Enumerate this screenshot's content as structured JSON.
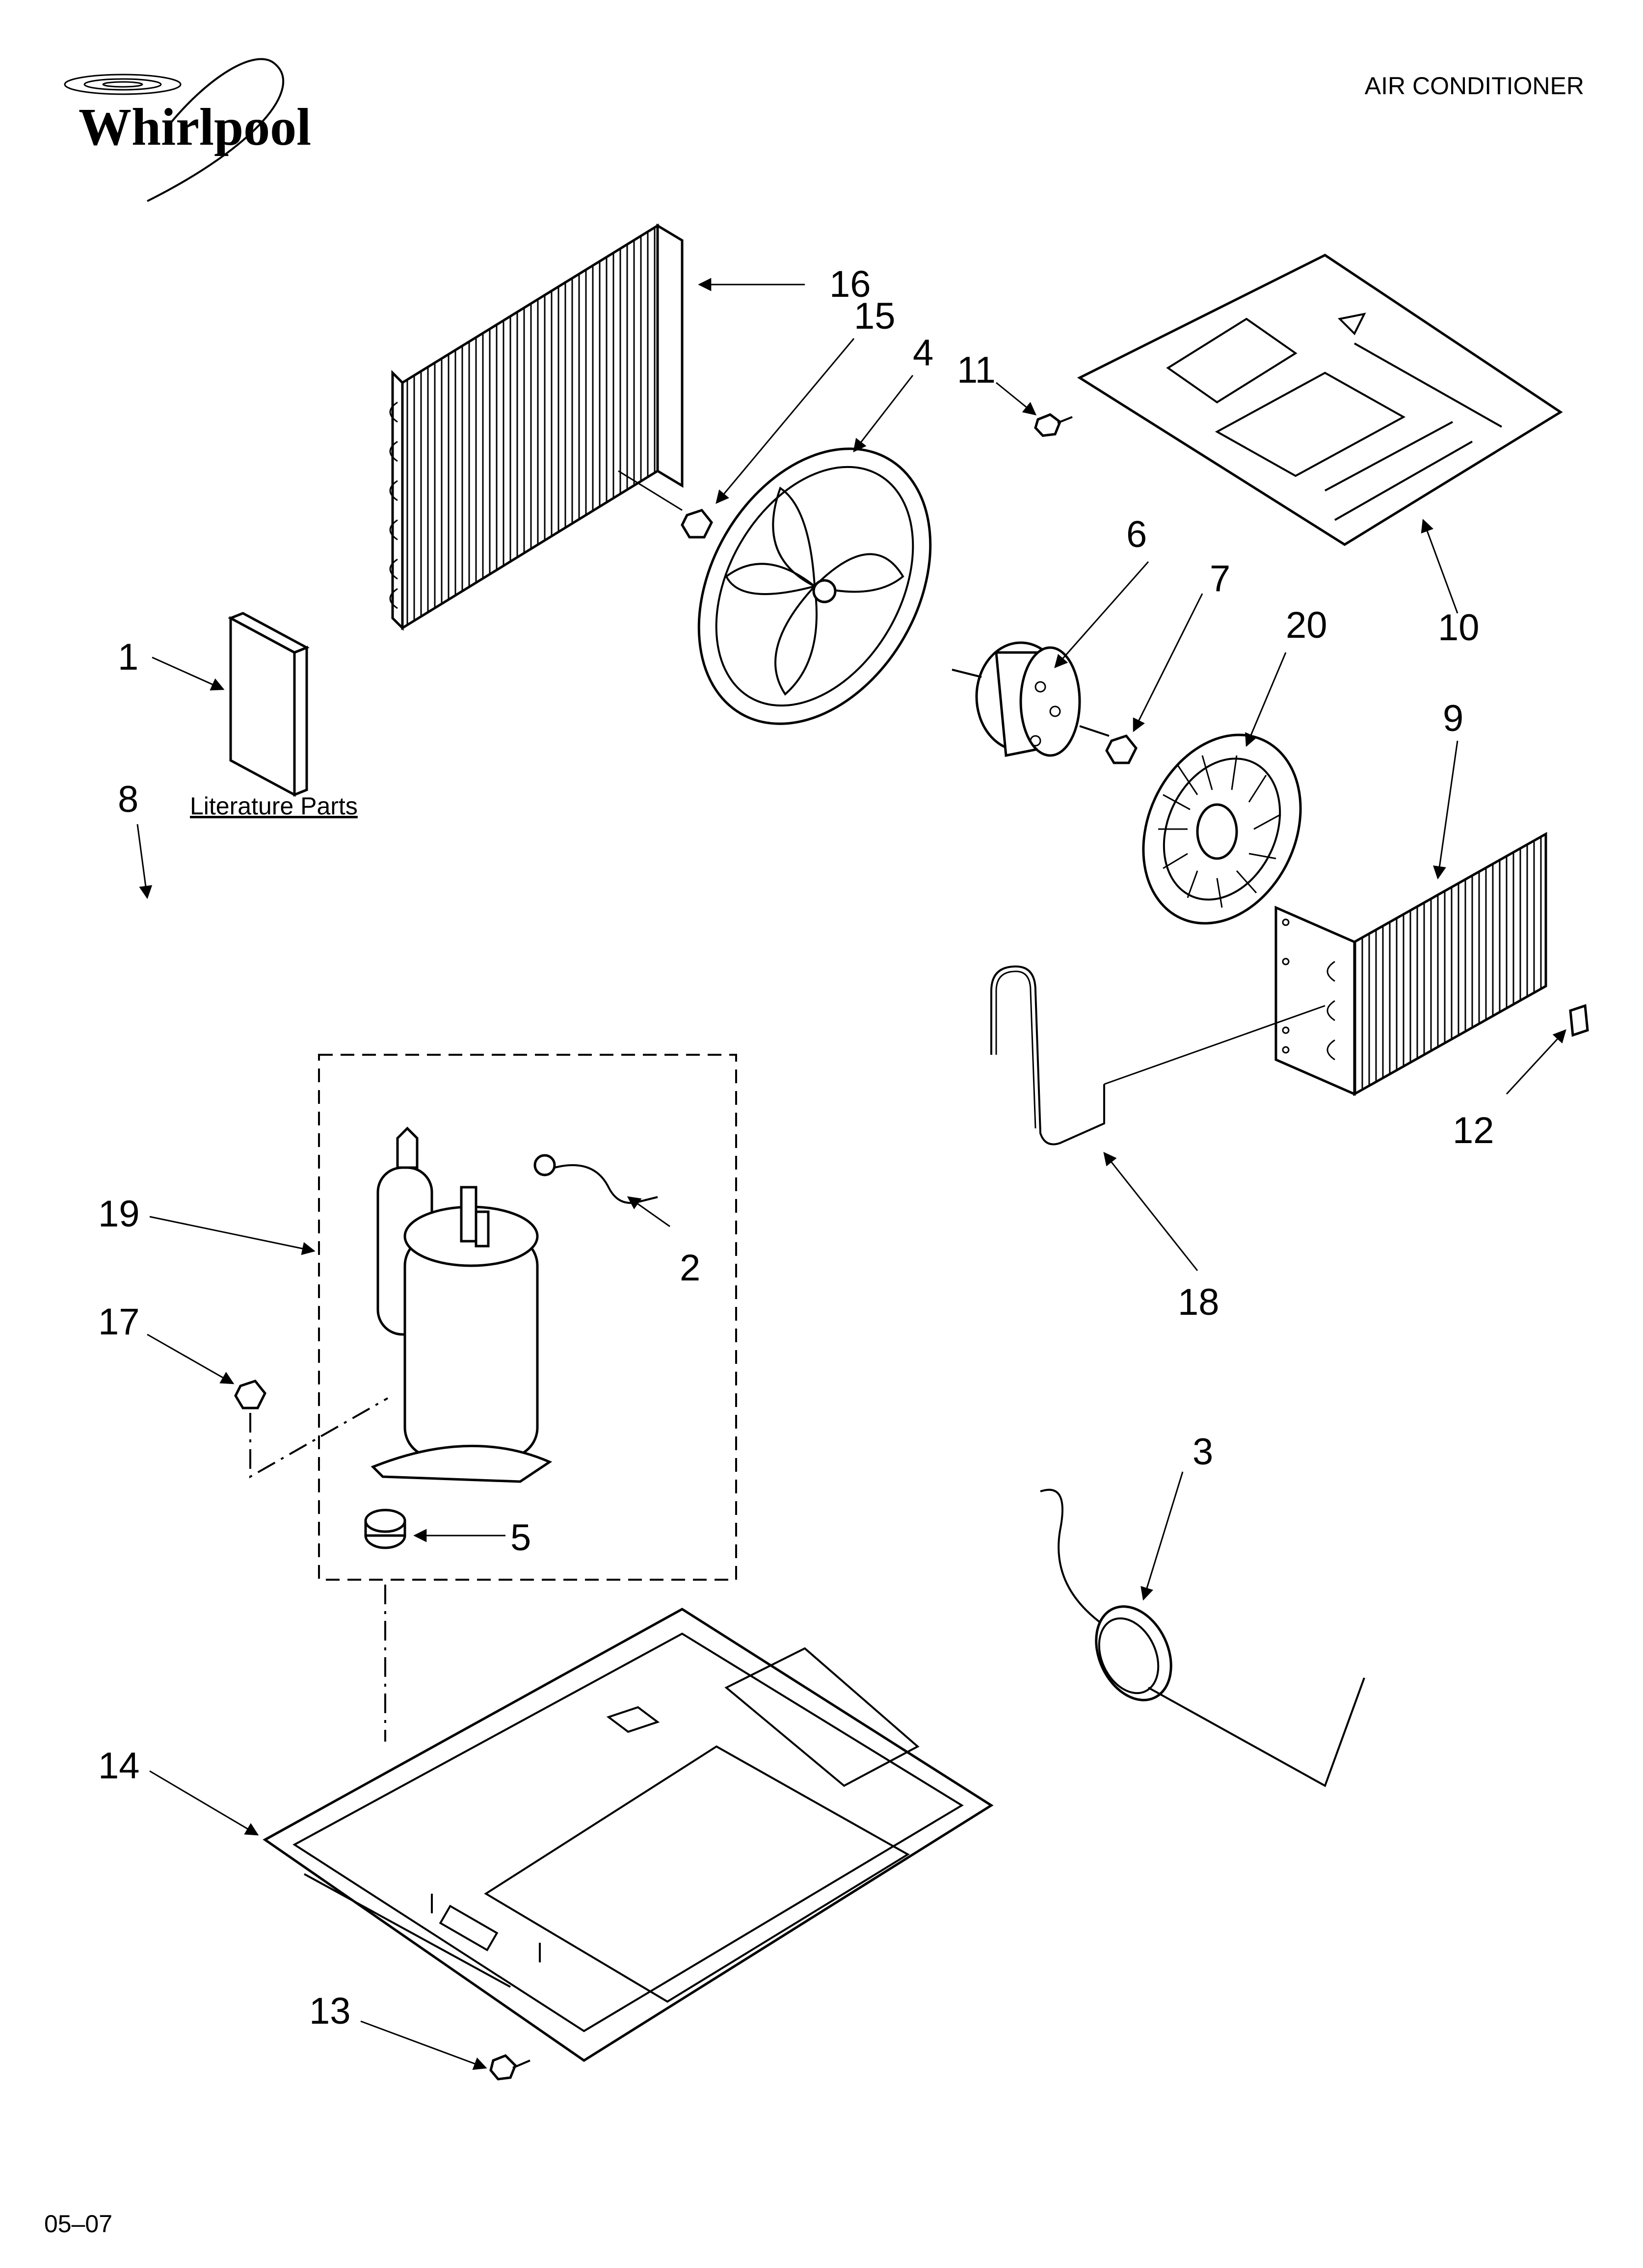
{
  "header": {
    "brand": "Whirlpool",
    "title": "AIR CONDITIONER"
  },
  "footer": {
    "code": "05–07"
  },
  "literature_label": "Literature Parts",
  "callouts": {
    "c1": "1",
    "c2": "2",
    "c3": "3",
    "c4": "4",
    "c5": "5",
    "c6": "6",
    "c7": "7",
    "c8": "8",
    "c9": "9",
    "c10": "10",
    "c11": "11",
    "c12": "12",
    "c13": "13",
    "c14": "14",
    "c15": "15",
    "c16": "16",
    "c17": "17",
    "c18": "18",
    "c19": "19",
    "c20": "20"
  },
  "colors": {
    "ink": "#000000",
    "paper": "#ffffff"
  }
}
